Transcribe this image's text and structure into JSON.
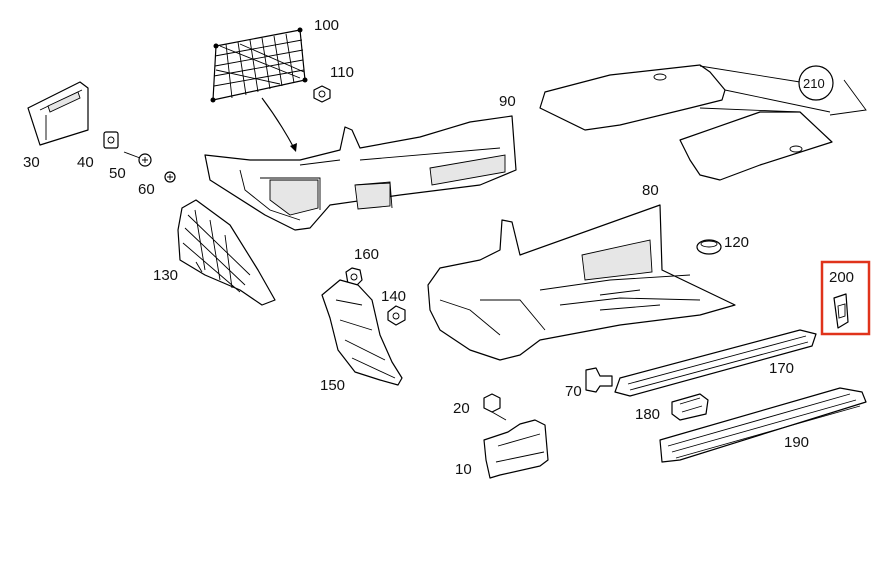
{
  "diagram": {
    "labels": {
      "p10": "10",
      "p20": "20",
      "p30": "30",
      "p40": "40",
      "p50": "50",
      "p60": "60",
      "p70": "70",
      "p80": "80",
      "p90": "90",
      "p100": "100",
      "p110": "110",
      "p120": "120",
      "p130": "130",
      "p140": "140",
      "p150": "150",
      "p160": "160",
      "p170": "170",
      "p180": "180",
      "p190": "190",
      "p200": "200",
      "p210": "210"
    },
    "highlighted_part": "200",
    "highlight_color": "#e0331b"
  }
}
